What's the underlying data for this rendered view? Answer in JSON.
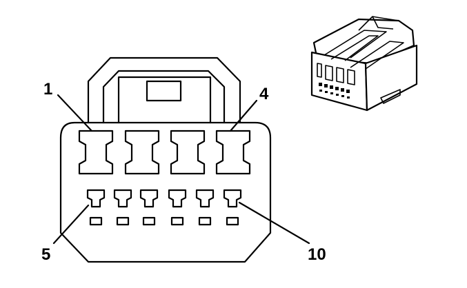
{
  "labels": {
    "pin_1": "1",
    "pin_4": "4",
    "pin_5": "5",
    "pin_10": "10"
  },
  "colors": {
    "line": "#000000",
    "background": "#ffffff"
  }
}
